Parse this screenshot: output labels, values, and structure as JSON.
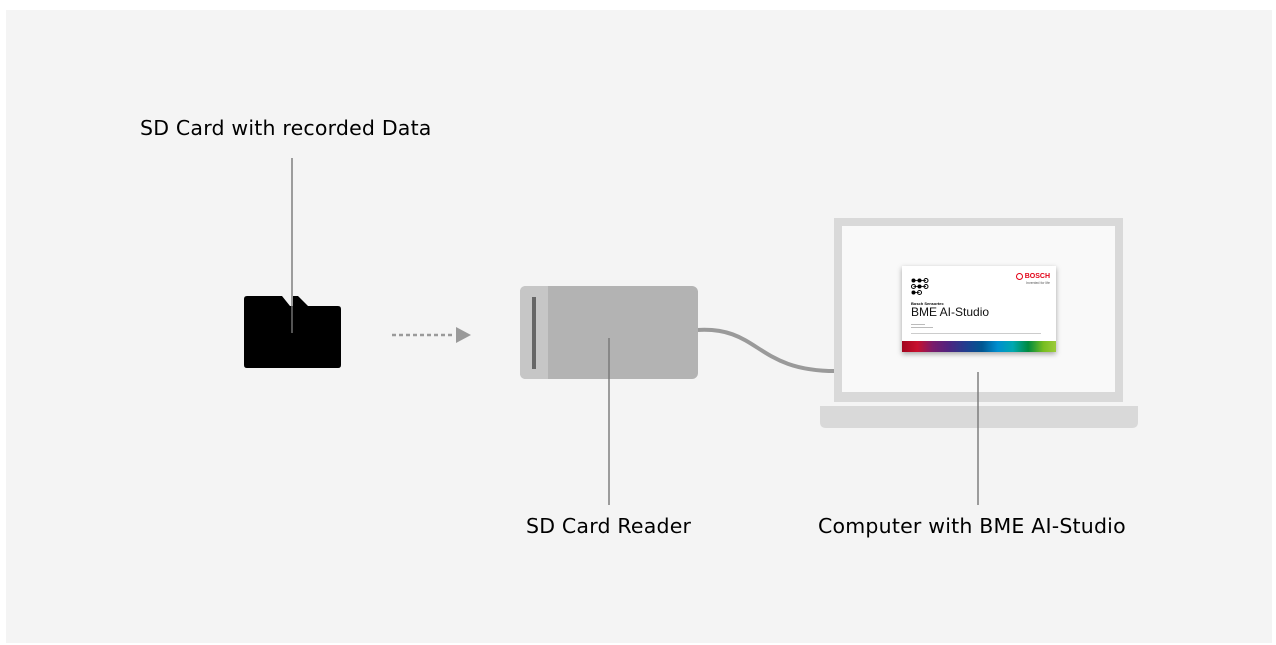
{
  "labels": {
    "sd_card": "SD Card with recorded Data",
    "reader": "SD Card Reader",
    "computer": "Computer with BME AI-Studio"
  },
  "splash": {
    "brand": "BOSCH",
    "tagline": "Invented for life",
    "subtitle": "Bosch Sensortec",
    "title": "BME AI-Studio"
  },
  "icons": [
    "sd-card-icon",
    "dotted-arrow-icon",
    "card-reader-icon",
    "cable",
    "laptop-icon",
    "node-logo-icon"
  ],
  "colors": {
    "background": "#f4f4f4",
    "sd_card": "#000000",
    "reader": "#b3b3b3",
    "laptop_frame": "#d9d9d9",
    "brand_red": "#e20015"
  }
}
